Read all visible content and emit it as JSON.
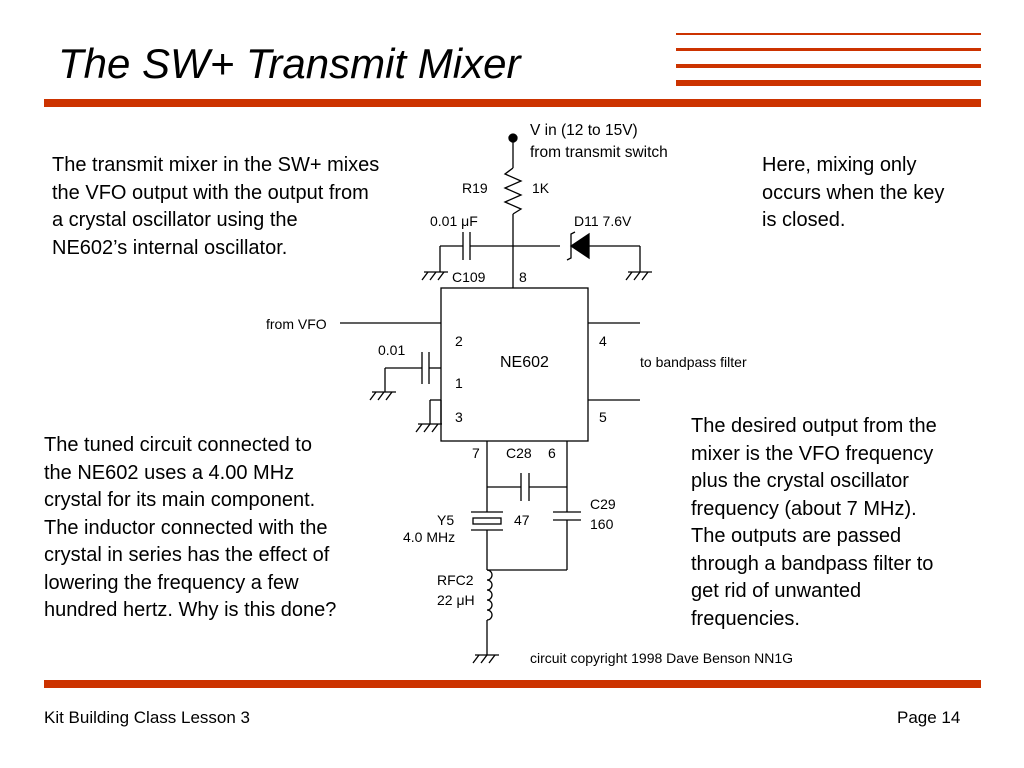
{
  "slide": {
    "title": "The SW+ Transmit Mixer",
    "accent_color": "#cc3300"
  },
  "text_left_top": [
    "The transmit mixer in the SW+ mixes",
    "the VFO output with the output from",
    "a crystal oscillator using the",
    "NE602’s internal oscillator."
  ],
  "text_right_top": [
    "Here, mixing only",
    "occurs when the key",
    "is closed."
  ],
  "text_left_bottom": [
    "The tuned circuit connected to",
    "the NE602 uses a 4.00 MHz",
    "crystal for its main component.",
    "The inductor connected with the",
    "crystal in series has the effect of",
    "lowering the frequency a few",
    "hundred hertz. Why is this done?"
  ],
  "text_right_bottom": [
    "The desired output from the",
    "mixer is the VFO frequency",
    "plus the crystal oscillator",
    "frequency (about 7 MHz).",
    "The outputs are passed",
    "through a bandpass filter to",
    "get rid of unwanted",
    "frequencies."
  ],
  "circuit": {
    "vin_line1": "V in (12 to 15V)",
    "vin_line2": "from transmit switch",
    "r19_ref": "R19",
    "r19_value": "1K",
    "c109_value": "0.01 μF",
    "c109_ref": "C109",
    "d11_label": "D11 7.6V",
    "pin8": "8",
    "ic_label": "NE602",
    "from_vfo": "from VFO",
    "pin2": "2",
    "pin1": "1",
    "pin3": "3",
    "pin4": "4",
    "pin5": "5",
    "pin7": "7",
    "pin6": "6",
    "input_cap_value": "0.01",
    "to_bandpass": "to bandpass filter",
    "c28_ref": "C28",
    "c28_value": "47",
    "c29_ref": "C29",
    "c29_value": "160",
    "y5_ref": "Y5",
    "y5_value": "4.0 MHz",
    "rfc2_ref": "RFC2",
    "rfc2_value": "22 μH",
    "copyright": "circuit copyright 1998 Dave Benson NN1G"
  },
  "footer": {
    "left": "Kit Building Class Lesson 3",
    "right": "Page 14"
  }
}
